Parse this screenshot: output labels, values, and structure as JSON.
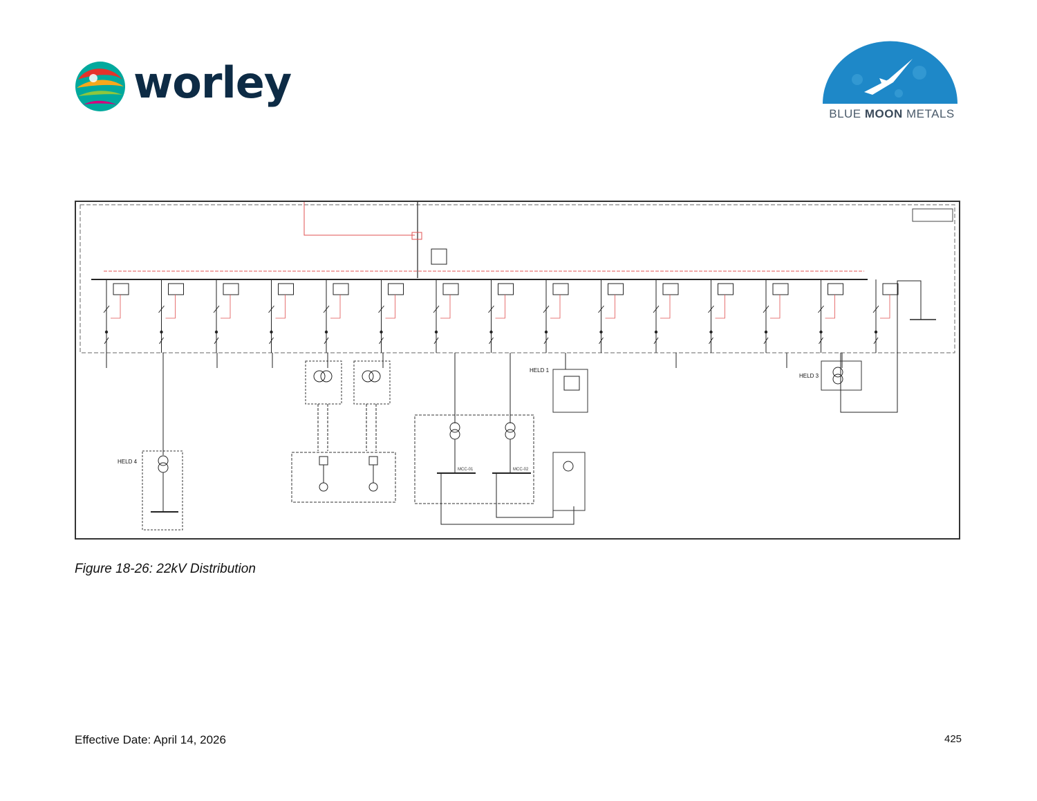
{
  "header": {
    "left_logo": {
      "name": "worley",
      "icon": "worley-swirl-icon",
      "colors": [
        "#e4322b",
        "#f7a81b",
        "#8cc63f",
        "#00a99d",
        "#d6007e"
      ],
      "text_color": "#0d2b45"
    },
    "right_logo": {
      "name_part1": "BLUE ",
      "name_part2": "MOON",
      "name_part3": " METALS",
      "icon": "blue-moon-bird-icon",
      "moon_color": "#1e88c8"
    }
  },
  "diagram": {
    "labels": {
      "hmld1": "HELD 1",
      "hmld3": "HELD 3",
      "hmld4": "HELD 4",
      "mcc1": "MCC-01",
      "mcc2": "MCC-02"
    },
    "line_color": "#222222",
    "control_color": "#e05050"
  },
  "caption": "Figure 18-26: 22kV Distribution",
  "footer": {
    "effective_date": "Effective Date: April 14, 2026",
    "page_number": "425"
  }
}
